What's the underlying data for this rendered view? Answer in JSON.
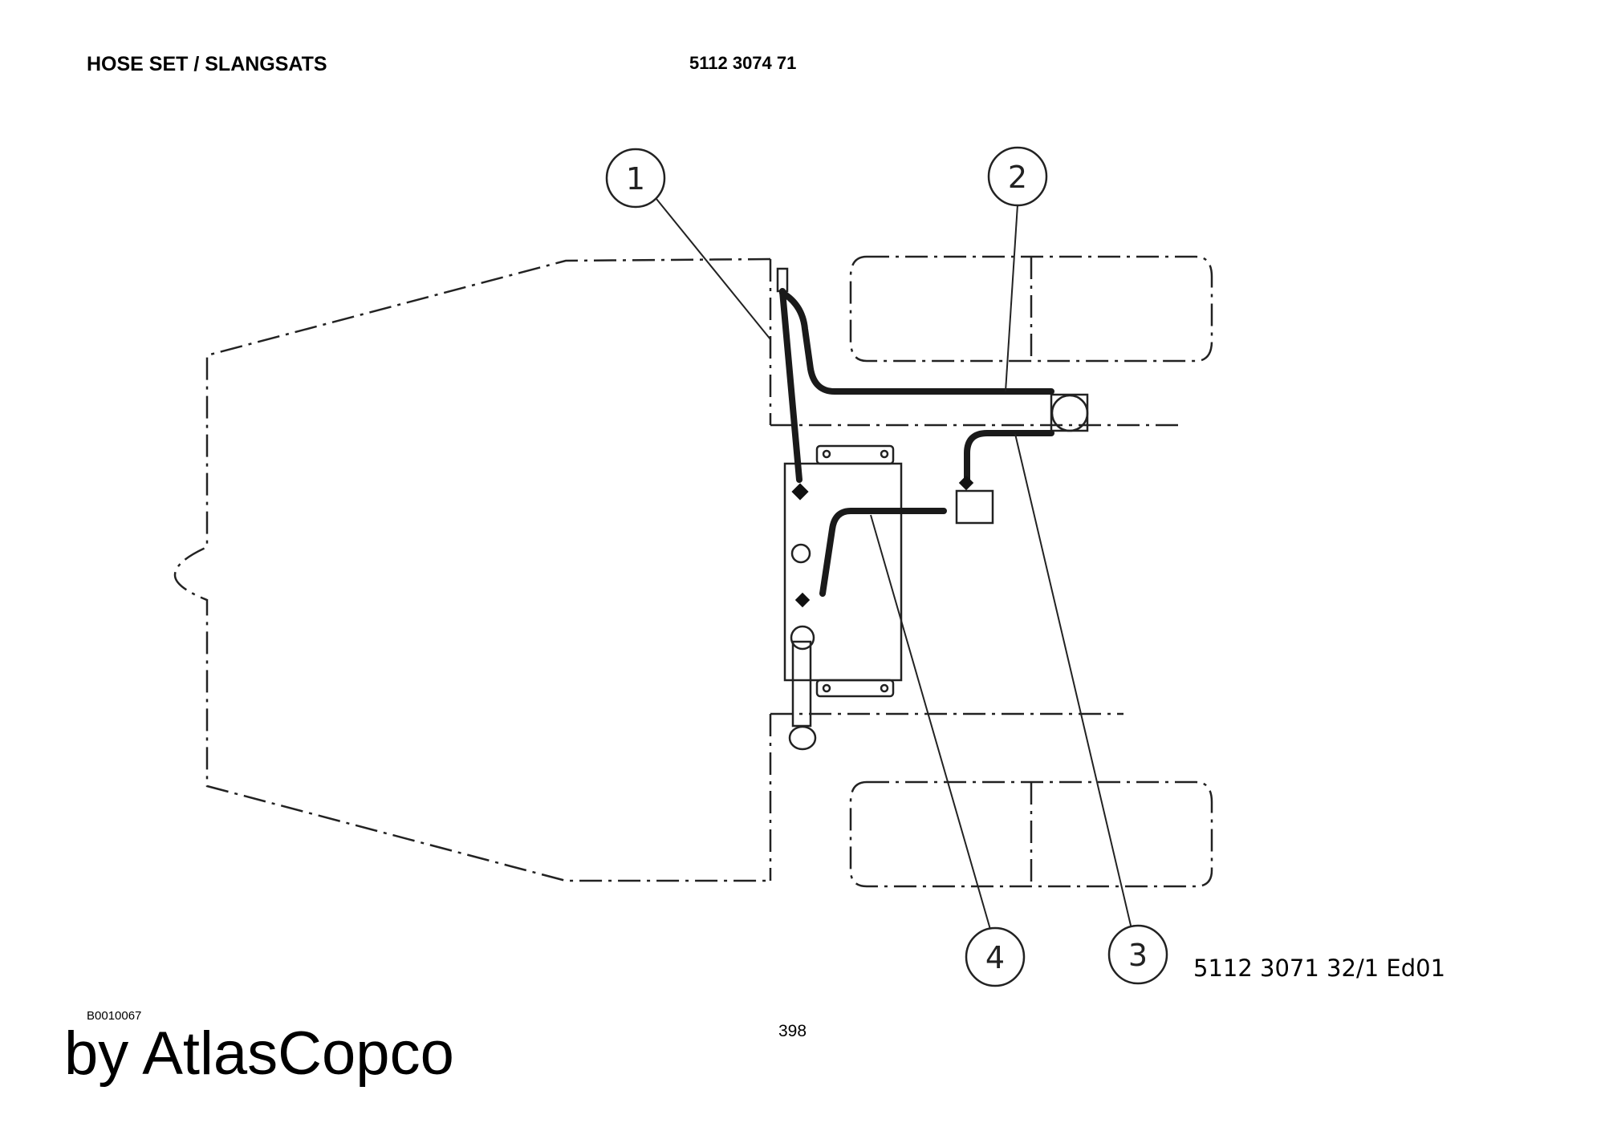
{
  "header": {
    "title": "HOSE SET / SLANGSATS",
    "part_number": "5112 3074 71"
  },
  "diagram": {
    "drawing_reference": "5112 3071 32/1  Ed01",
    "callouts": [
      "1",
      "2",
      "3",
      "4"
    ]
  },
  "footer": {
    "image_code": "B0010067",
    "page_number": "398",
    "watermark": "by AtlasCopco"
  }
}
